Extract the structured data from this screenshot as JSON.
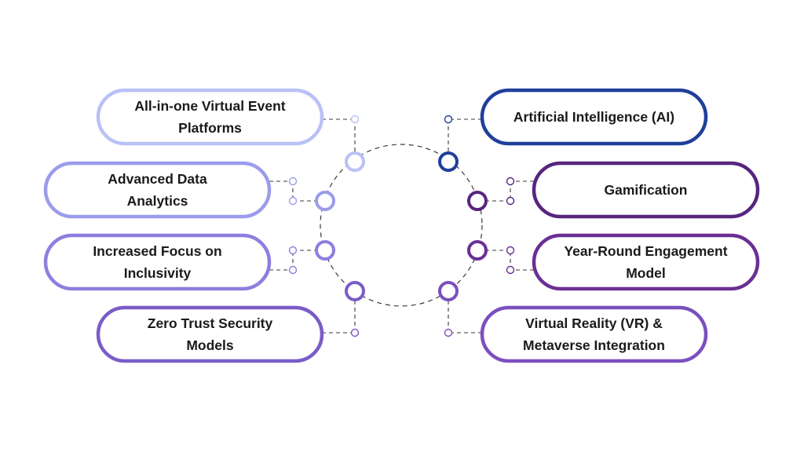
{
  "colors": {
    "lavender": "#b9c1f7",
    "periwinkle": "#9b9cec",
    "violet_light": "#8b7fe0",
    "violet": "#7a5cc8",
    "navy": "#1f3f9a",
    "plum": "#57257f",
    "plum_mid": "#6a2f94",
    "purple": "#7b4fbf",
    "connector": "#3a3a3a"
  },
  "items": [
    {
      "id": "all-in-one",
      "side": "left",
      "lines": [
        "All-in-one Virtual Event",
        "Platforms"
      ],
      "color": "#b9c1f7"
    },
    {
      "id": "advanced-data-analytics",
      "side": "left",
      "lines": [
        "Advanced Data",
        "Analytics"
      ],
      "color": "#9b9cec"
    },
    {
      "id": "increased-focus-inclusivity",
      "side": "left",
      "lines": [
        "Increased Focus on",
        "Inclusivity"
      ],
      "color": "#8b7fe0"
    },
    {
      "id": "zero-trust-security",
      "side": "left",
      "lines": [
        "Zero Trust Security",
        "Models"
      ],
      "color": "#7a5cc8"
    },
    {
      "id": "artificial-intelligence",
      "side": "right",
      "lines": [
        "Artificial Intelligence (AI)"
      ],
      "color": "#1f3f9a"
    },
    {
      "id": "gamification",
      "side": "right",
      "lines": [
        "Gamification"
      ],
      "color": "#57257f"
    },
    {
      "id": "year-round-engagement",
      "side": "right",
      "lines": [
        "Year-Round Engagement",
        "Model"
      ],
      "color": "#6a2f94"
    },
    {
      "id": "virtual-reality-metaverse",
      "side": "right",
      "lines": [
        "Virtual Reality (VR) &",
        "Metaverse Integration"
      ],
      "color": "#7b4fbf"
    }
  ]
}
